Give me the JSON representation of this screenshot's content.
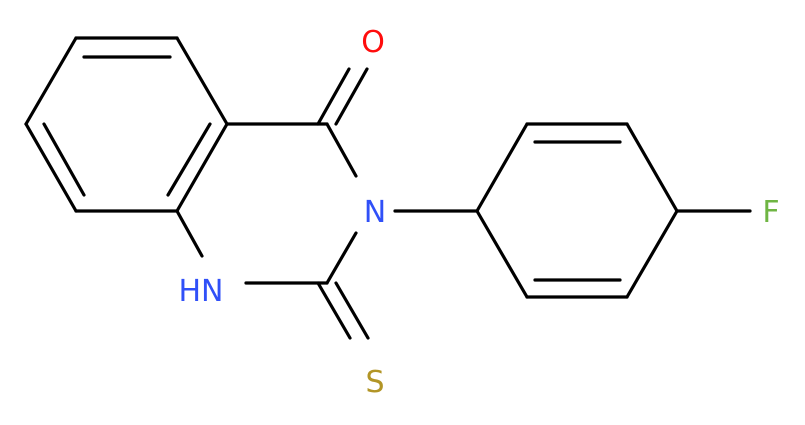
{
  "molecule": {
    "atoms": {
      "oxygen": "O",
      "nitrogen_3": "N",
      "nitrogen_1": "HN",
      "sulfur": "S",
      "fluorine": "F"
    },
    "colors": {
      "bond": "#000000",
      "oxygen": "#ff0d0d",
      "nitrogen": "#3050f8",
      "sulfur": "#b29526",
      "fluorine": "#6fb543"
    }
  }
}
